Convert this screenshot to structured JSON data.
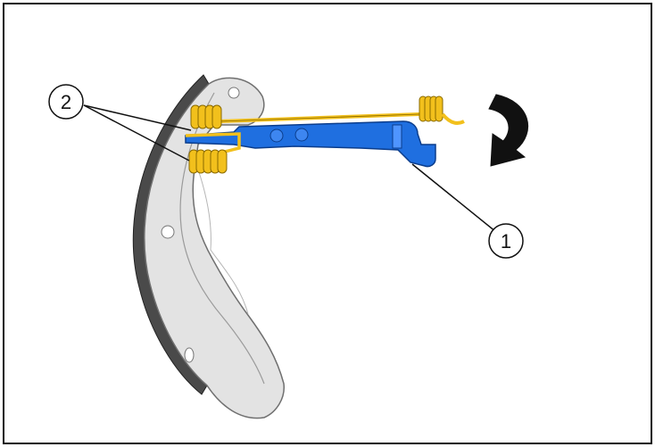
{
  "colors": {
    "frame": "#111111",
    "background": "#ffffff",
    "shoe_fill": "#e3e3e3",
    "shoe_edge": "#6f6f6f",
    "lining_fill": "#4a4a4a",
    "spring": "#f2c01c",
    "spring_edge": "#8a6a00",
    "lever": "#1f6fe0",
    "lever_edge": "#0b3d8c",
    "arrow": "#111111"
  },
  "callouts": [
    {
      "id": "lever",
      "label": "1"
    },
    {
      "id": "springs",
      "label": "2"
    }
  ],
  "icons": {
    "rotation_arrow": "curved-arrow-clockwise-icon"
  }
}
